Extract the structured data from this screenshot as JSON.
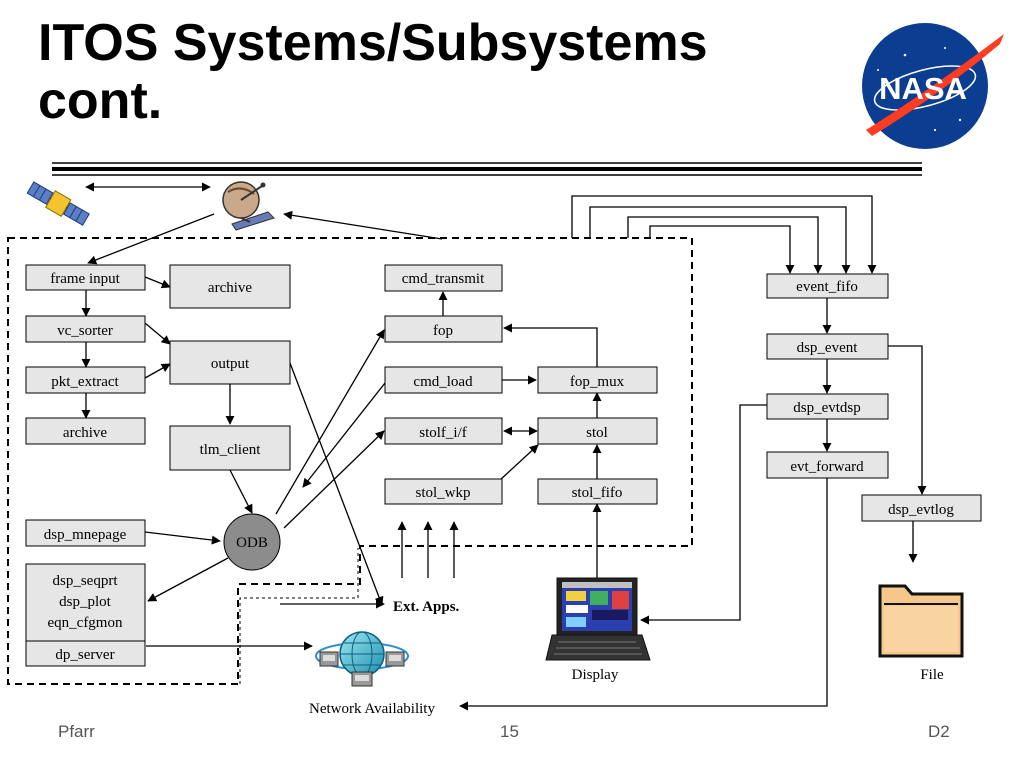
{
  "title": {
    "line1": "ITOS Systems/Subsystems",
    "line2": "cont."
  },
  "boxes": {
    "frame_input": "frame input",
    "archive1": "archive",
    "vc_sorter": "vc_sorter",
    "output": "output",
    "pkt_extract": "pkt_extract",
    "archive2": "archive",
    "tlm_client": "tlm_client",
    "dsp_mnepage": "dsp_mnepage",
    "odb": "ODB",
    "group_line1": "dsp_seqprt",
    "group_line2": "dsp_plot",
    "group_line3": "eqn_cfgmon",
    "dp_server": "dp_server",
    "cmd_transmit": "cmd_transmit",
    "fop": "fop",
    "cmd_load": "cmd_load",
    "fop_mux": "fop_mux",
    "stolf_if": "stolf_i/f",
    "stol": "stol",
    "stol_wkp": "stol_wkp",
    "stol_fifo": "stol_fifo",
    "event_fifo": "event_fifo",
    "dsp_event": "dsp_event",
    "dsp_evtdsp": "dsp_evtdsp",
    "evt_forward": "evt_forward",
    "dsp_evtlog": "dsp_evtlog"
  },
  "labels": {
    "ext_apps": "Ext. Apps.",
    "display": "Display",
    "file": "File",
    "network": "Network Availability",
    "nasa": "NASA"
  },
  "footer": {
    "left": "Pfarr",
    "center": "15",
    "right": "D2"
  },
  "colors": {
    "box_fill": "#e6e6e6",
    "odb_fill": "#8c8c8c",
    "nasa_blue": "#0b3d91",
    "nasa_red": "#fc3d21"
  }
}
